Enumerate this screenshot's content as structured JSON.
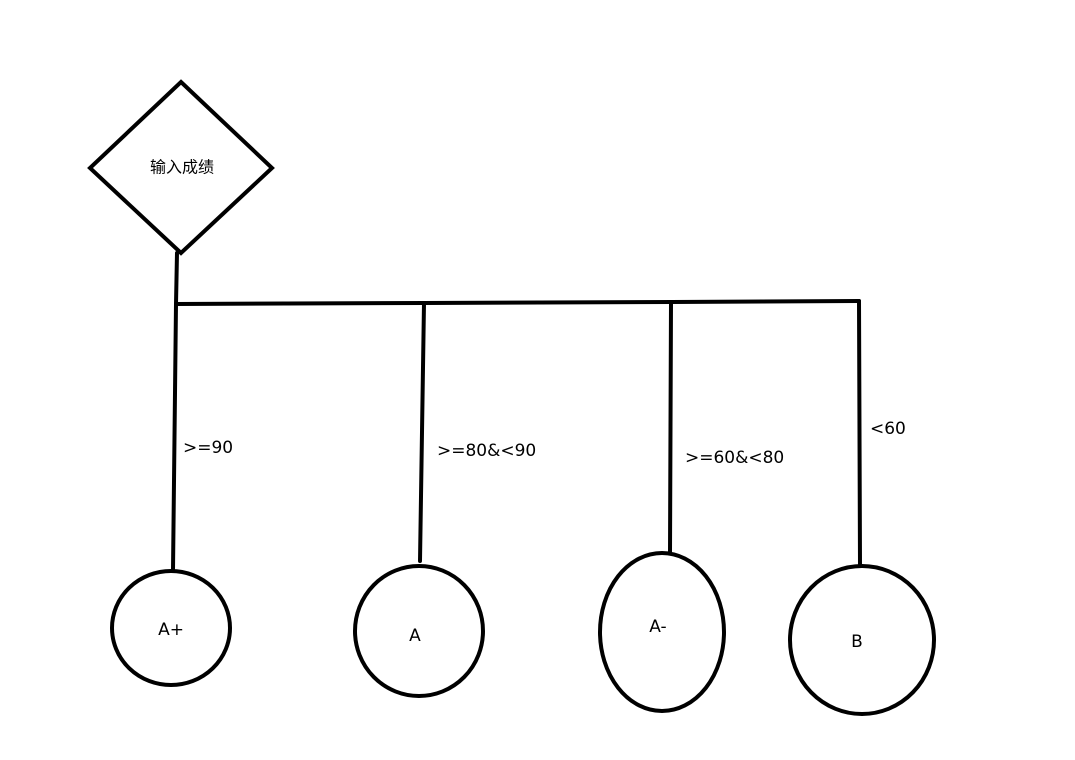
{
  "diagram": {
    "start_node": {
      "label": "输入成绩"
    },
    "branches": [
      {
        "condition": ">=90",
        "result": "A+"
      },
      {
        "condition": ">=80&<90",
        "result": "A"
      },
      {
        "condition": ">=60&<80",
        "result": "A-"
      },
      {
        "condition": "<60",
        "result": "B"
      }
    ]
  }
}
